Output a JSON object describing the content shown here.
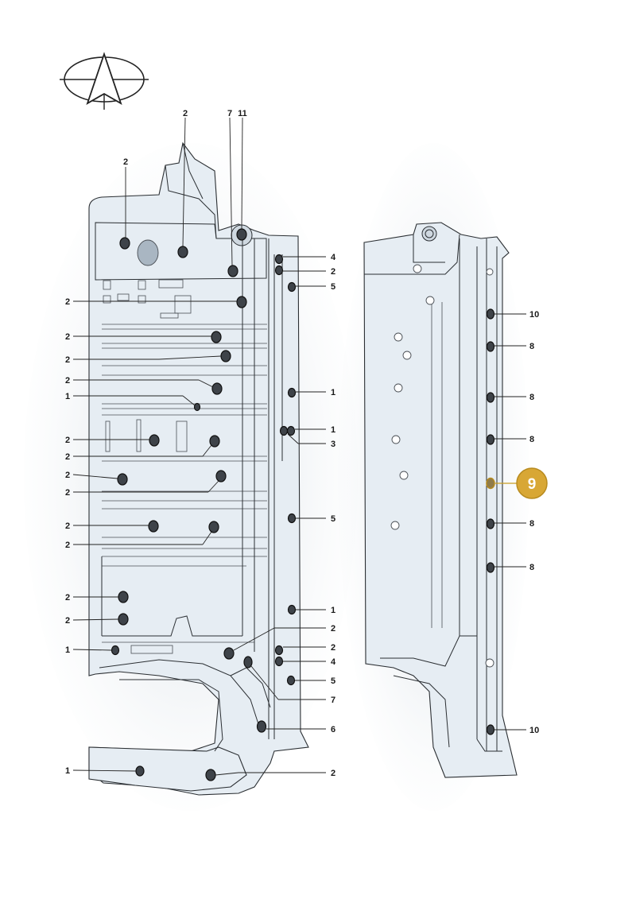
{
  "logo": {
    "icon": "north-arrow-compass-logo"
  },
  "callout": {
    "number": "9",
    "fill": "#d8a735",
    "stroke": "#b88b1f",
    "text_color": "#ffffff"
  },
  "colors": {
    "panel": "#e6edf3",
    "shadow": "#c6d1db",
    "line": "#2b2f33",
    "spot": "#3e4349"
  },
  "left_labels_top": [
    {
      "text": "2"
    },
    {
      "text": "2"
    },
    {
      "text": "7"
    },
    {
      "text": "11"
    }
  ],
  "left_labels_left": [
    {
      "text": "2"
    },
    {
      "text": "2"
    },
    {
      "text": "2"
    },
    {
      "text": "2"
    },
    {
      "text": "1"
    },
    {
      "text": "2"
    },
    {
      "text": "2"
    },
    {
      "text": "2"
    },
    {
      "text": "2"
    },
    {
      "text": "2"
    },
    {
      "text": "2"
    },
    {
      "text": "2"
    },
    {
      "text": "2"
    },
    {
      "text": "1"
    },
    {
      "text": "1"
    }
  ],
  "left_labels_right": [
    {
      "text": "4"
    },
    {
      "text": "2"
    },
    {
      "text": "5"
    },
    {
      "text": "1"
    },
    {
      "text": "1"
    },
    {
      "text": "3"
    },
    {
      "text": "5"
    },
    {
      "text": "1"
    },
    {
      "text": "2"
    },
    {
      "text": "2"
    },
    {
      "text": "4"
    },
    {
      "text": "5"
    },
    {
      "text": "7"
    },
    {
      "text": "6"
    },
    {
      "text": "2"
    }
  ],
  "right_labels": [
    {
      "text": "10"
    },
    {
      "text": "8"
    },
    {
      "text": "8"
    },
    {
      "text": "8"
    },
    {
      "text": "8"
    },
    {
      "text": "8"
    },
    {
      "text": "10"
    }
  ]
}
